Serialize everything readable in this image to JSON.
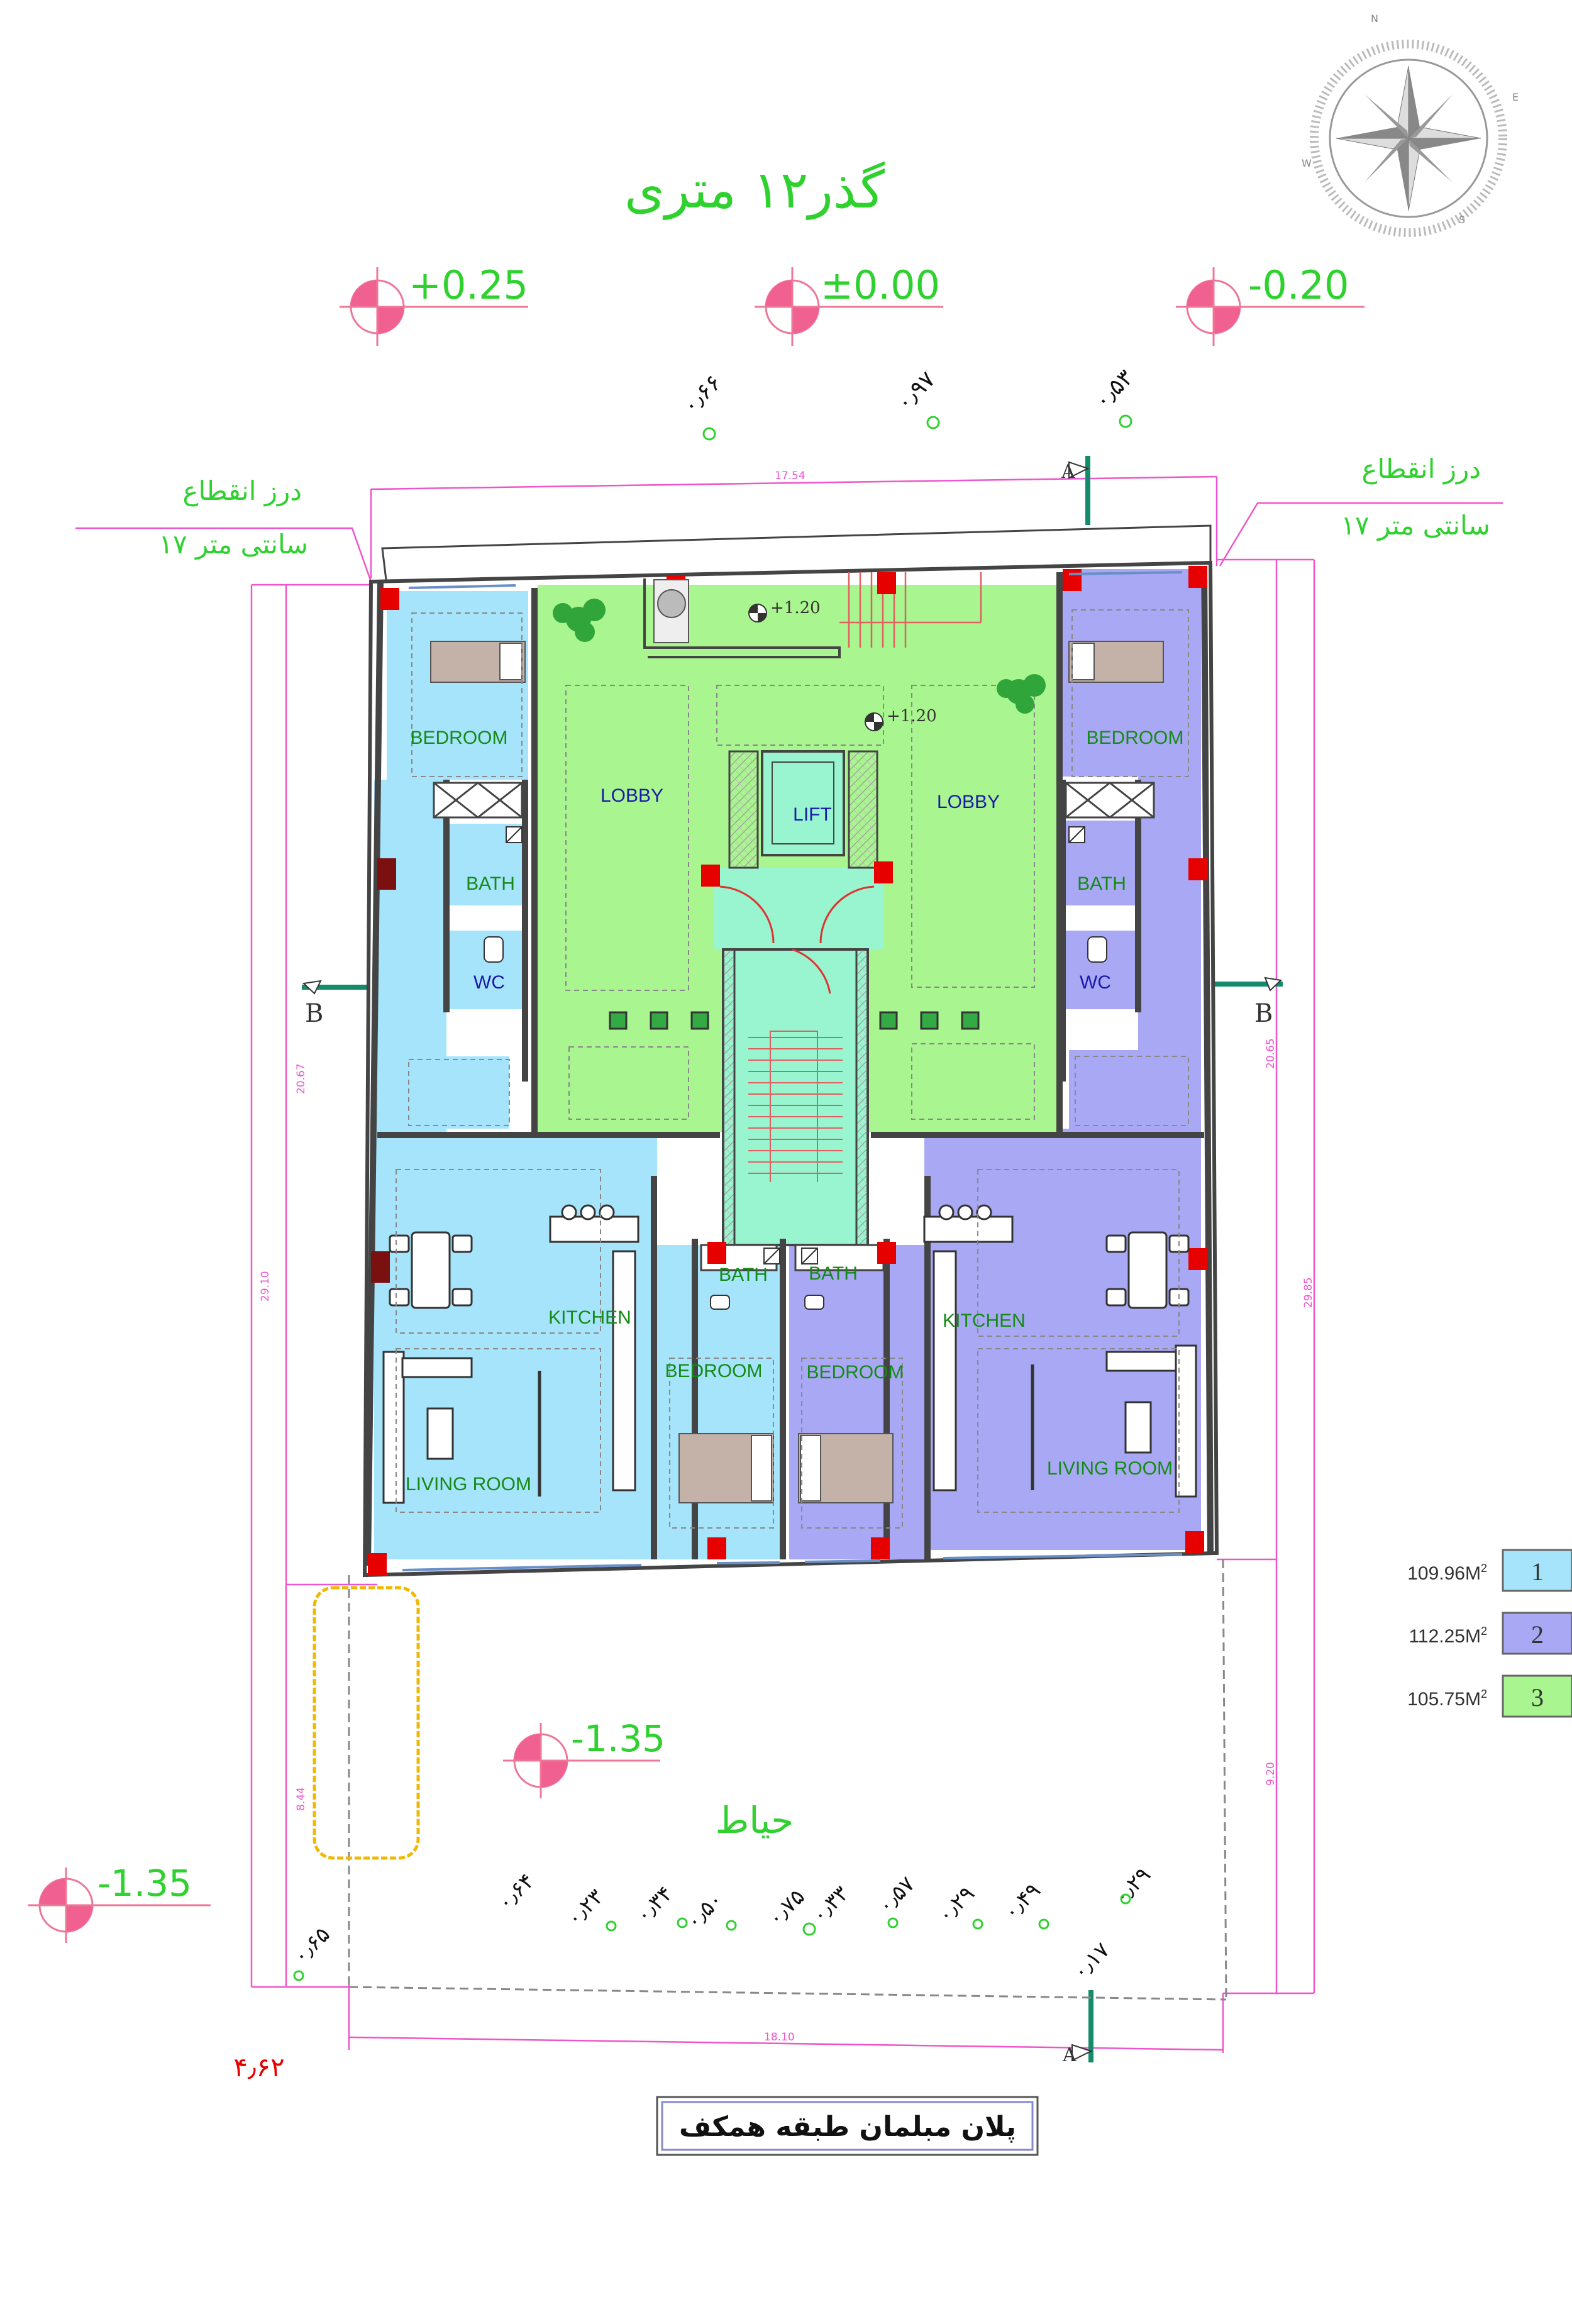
{
  "street_title": "گذر۱۲ متری",
  "levels": {
    "top_left": "+0.25",
    "top_center": "±0.00",
    "top_right": "-0.20",
    "yard_inner": "-1.35",
    "yard_outer": "-1.35",
    "platform": "+1.20",
    "lobby": "+1.20"
  },
  "joint_note": {
    "line1": "درز انقطاع",
    "line2": "۱۷ سانتی متر"
  },
  "top_spot_heights": [
    "۰٫۶۶",
    "۰٫۹۷",
    "۰٫۵۳"
  ],
  "yard_spot_heights": [
    "۰٫۶۴",
    "۰٫۲۳",
    "۰٫۳۴",
    "۰٫۵۰",
    "۰٫۷۵",
    "۰٫۳۳",
    "۰٫۵۷",
    "۰٫۲۹",
    "۰٫۴۹",
    "۰٫۲۹",
    "۰٫۱۷",
    "۰٫۶۵"
  ],
  "dimensions": {
    "top_width": "17.54",
    "bottom_width": "18.10",
    "left_outer": "29.10",
    "left_inner": "20.67",
    "left_yard": "8.44",
    "right_inner": "20.65",
    "right_outer": "29.85",
    "right_yard": "9.20",
    "bottom_left_note": "۴٫۶۲"
  },
  "section_marks": {
    "a_top": "A",
    "a_bottom": "A",
    "b_left": "B",
    "b_right": "B"
  },
  "rooms": {
    "bedroom": "BEDROOM",
    "lobby": "LOBBY",
    "lift": "LIFT",
    "bath": "BATH",
    "wc": "WC",
    "kitchen": "KITCHEN",
    "living_room": "LIVING ROOM"
  },
  "yard_label": "حیاط",
  "plan_title": "پلان مبلمان طبقه همکف",
  "legend": [
    {
      "area": "109.96",
      "unit": "M",
      "sup": "2",
      "number": "1",
      "color": "#a6e4fb"
    },
    {
      "area": "112.25",
      "unit": "M",
      "sup": "2",
      "number": "2",
      "color": "#a8a8f5"
    },
    {
      "area": "105.75",
      "unit": "M",
      "sup": "2",
      "number": "3",
      "color": "#a9f58f"
    }
  ],
  "colors": {
    "unit1": "#a6e4fb",
    "unit2": "#a8a8f5",
    "unit3": "#a9f58f",
    "core": "#99f5cf",
    "dimension": "#ee55cc",
    "label_green": "#2fd12f",
    "column": "#e60000"
  }
}
